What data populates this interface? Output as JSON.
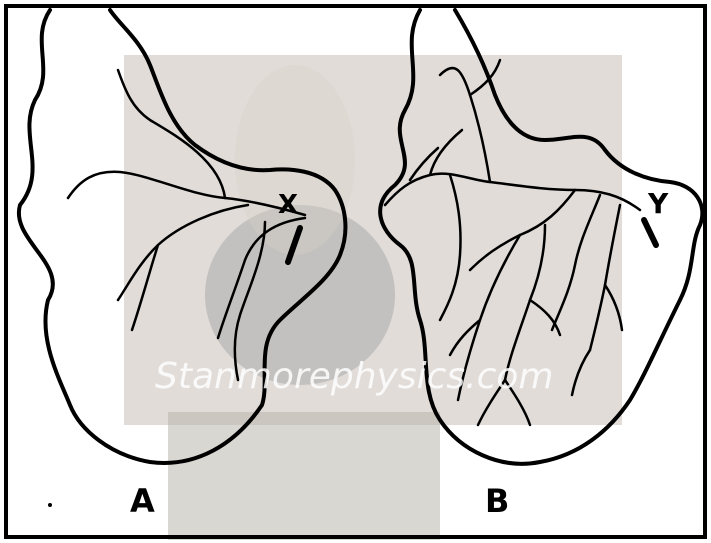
{
  "watermark": {
    "text": "Stanmorephysics.com",
    "has_photo_background": true
  },
  "diagram": {
    "frame_color": "#000000",
    "line_color": "#000000",
    "basins": [
      {
        "label": "A",
        "outlet_point_label": "X",
        "drainage_density": "low"
      },
      {
        "label": "B",
        "outlet_point_label": "Y",
        "drainage_density": "high"
      }
    ]
  }
}
